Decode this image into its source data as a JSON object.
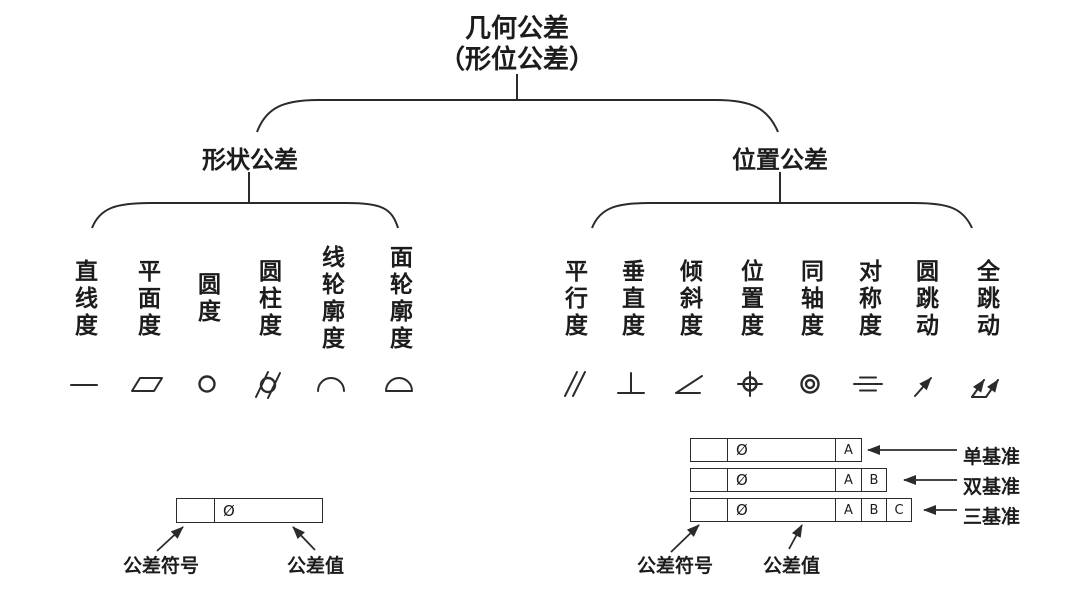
{
  "title": {
    "line1": "几何公差",
    "line2": "（形位公差）"
  },
  "tree": {
    "shape": {
      "label": "形状公差",
      "items": [
        {
          "label": "直线度",
          "symbol": "straightness-icon"
        },
        {
          "label": "平面度",
          "symbol": "flatness-icon"
        },
        {
          "label": "圆度",
          "symbol": "roundness-icon"
        },
        {
          "label": "圆柱度",
          "symbol": "cylindricity-icon"
        },
        {
          "label": "线轮廓度",
          "symbol": "line-profile-icon"
        },
        {
          "label": "面轮廓度",
          "symbol": "surface-profile-icon"
        }
      ]
    },
    "position": {
      "label": "位置公差",
      "items": [
        {
          "label": "平行度",
          "symbol": "parallelism-icon"
        },
        {
          "label": "垂直度",
          "symbol": "perpendicularity-icon"
        },
        {
          "label": "倾斜度",
          "symbol": "angularity-icon"
        },
        {
          "label": "位置度",
          "symbol": "position-icon"
        },
        {
          "label": "同轴度",
          "symbol": "coaxiality-icon"
        },
        {
          "label": "对称度",
          "symbol": "symmetry-icon"
        },
        {
          "label": "圆跳动",
          "symbol": "circular-runout-icon"
        },
        {
          "label": "全跳动",
          "symbol": "total-runout-icon"
        }
      ]
    }
  },
  "left_frame": {
    "diameter": "Ø",
    "tolerance_symbol_label": "公差符号",
    "tolerance_value_label": "公差值"
  },
  "datum_frames": [
    {
      "diameter": "Ø",
      "datums": [
        "A"
      ],
      "label": "单基准"
    },
    {
      "diameter": "Ø",
      "datums": [
        "A",
        "B"
      ],
      "label": "双基准"
    },
    {
      "diameter": "Ø",
      "datums": [
        "A",
        "B",
        "C"
      ],
      "label": "三基准"
    }
  ],
  "datum_notes": {
    "tolerance_symbol_label": "公差符号",
    "tolerance_value_label": "公差值"
  },
  "colors": {
    "line": "#2b2b2b",
    "text": "#1c1c1c",
    "background": "#ffffff"
  }
}
